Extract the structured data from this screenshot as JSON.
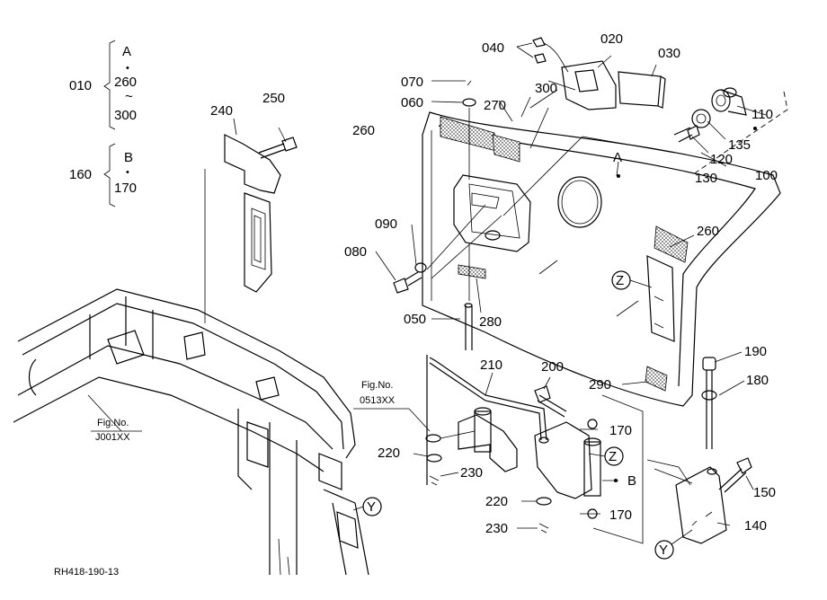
{
  "figure_code": "RH418-190-13",
  "group_010": {
    "number": "010",
    "line1": "A",
    "bullet": "•",
    "line2": "260",
    "tilde": "~",
    "line3": "300"
  },
  "group_160": {
    "number": "160",
    "line1": "B",
    "bullet": "•",
    "line2": "170"
  },
  "fig_refs": [
    {
      "line1": "Fig.No.",
      "line2": "J001XX"
    },
    {
      "line1": "Fig.No.",
      "line2": "0513XX"
    }
  ],
  "callouts": {
    "p020": "020",
    "p030": "030",
    "p040": "040",
    "p050": "050",
    "p060": "060",
    "p070": "070",
    "p080": "080",
    "p090": "090",
    "p100": "100",
    "p110": "110",
    "p120": "120",
    "p130": "130",
    "p135": "135",
    "p140": "140",
    "p150": "150",
    "p170a": "170",
    "p170b": "170",
    "p180": "180",
    "p190": "190",
    "p200": "200",
    "p210": "210",
    "p220a": "220",
    "p220b": "220",
    "p230a": "230",
    "p230b": "230",
    "p240": "240",
    "p250": "250",
    "p260a": "260",
    "p260b": "260",
    "p270": "270",
    "p280": "280",
    "p290": "290",
    "p300": "300"
  },
  "markers": {
    "a": "A",
    "b": "B",
    "z": "Z",
    "y": "Y"
  }
}
